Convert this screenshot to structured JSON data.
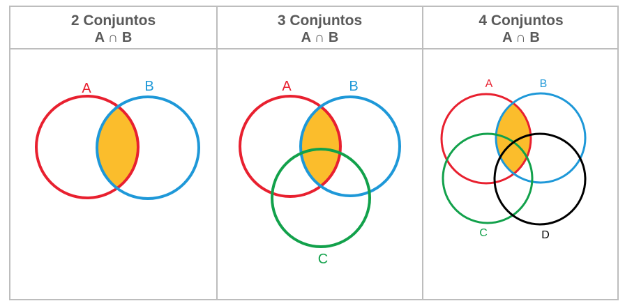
{
  "panels": [
    {
      "title": "2 Conjuntos",
      "subtitle": "A ∩ B",
      "labels": {
        "a": "A",
        "b": "B"
      }
    },
    {
      "title": "3 Conjuntos",
      "subtitle": "A ∩ B",
      "labels": {
        "a": "A",
        "b": "B",
        "c": "C"
      }
    },
    {
      "title": "4 Conjuntos",
      "subtitle": "A ∩ B",
      "labels": {
        "a": "A",
        "b": "B",
        "c": "C",
        "d": "D"
      }
    }
  ],
  "colors": {
    "set_a": "#e8202f",
    "set_b": "#1e98d8",
    "set_c": "#12a14b",
    "set_d": "#000000",
    "intersection_fill": "#fbbd2c",
    "grid_border": "#bdbdbd",
    "header_text": "#5a5a5a"
  }
}
